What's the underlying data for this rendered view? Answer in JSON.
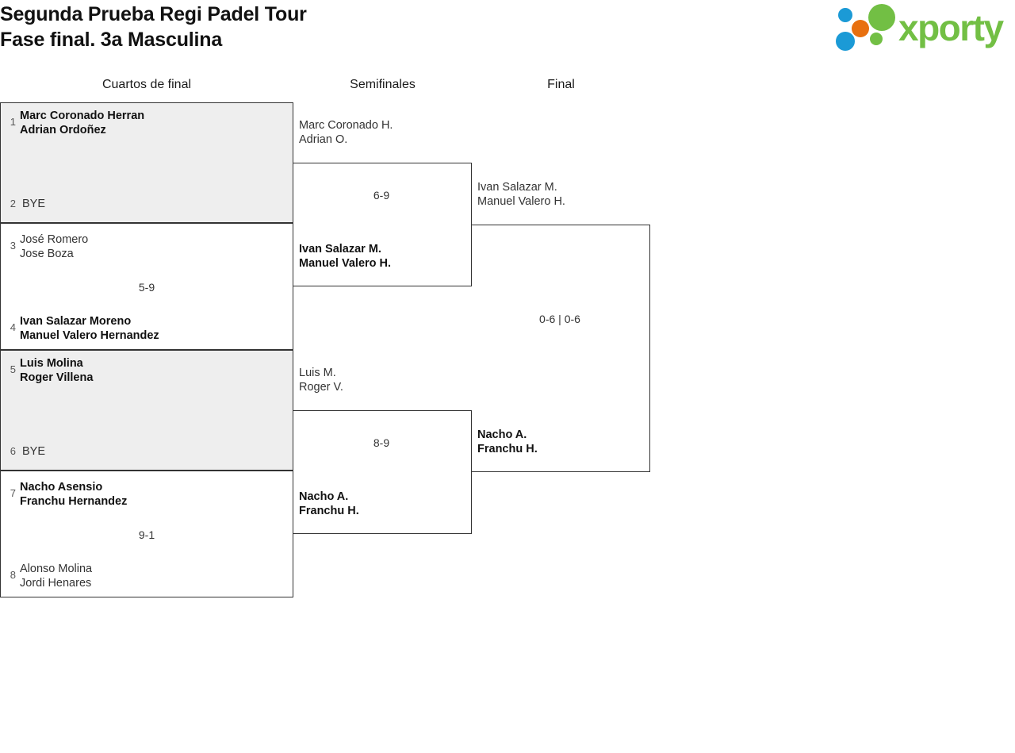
{
  "header": {
    "title_line1": "Segunda Prueba Regi Padel Tour",
    "title_line2": "Fase final. 3a Masculina",
    "brand": {
      "name": "xporty",
      "color_green": "#72bf44",
      "color_blue": "#1b9ad6",
      "color_orange": "#e8700f"
    }
  },
  "rounds": [
    {
      "label": "Cuartos de final"
    },
    {
      "label": "Semifinales"
    },
    {
      "label": "Final"
    }
  ],
  "bracket": {
    "quarterfinals": [
      {
        "score": "",
        "top": {
          "seed": "1",
          "line1": "Marc Coronado Herran",
          "line2": "Adrian Ordoñez",
          "winner": true
        },
        "bottom": {
          "seed": "2",
          "line1": "BYE",
          "line2": "",
          "winner": false
        }
      },
      {
        "score": "5-9",
        "top": {
          "seed": "3",
          "line1": "José Romero",
          "line2": "Jose Boza",
          "winner": false
        },
        "bottom": {
          "seed": "4",
          "line1": "Ivan Salazar Moreno",
          "line2": "Manuel Valero Hernandez",
          "winner": true
        }
      },
      {
        "score": "",
        "top": {
          "seed": "5",
          "line1": "Luis Molina",
          "line2": "Roger Villena",
          "winner": true
        },
        "bottom": {
          "seed": "6",
          "line1": "BYE",
          "line2": "",
          "winner": false
        }
      },
      {
        "score": "9-1",
        "top": {
          "seed": "7",
          "line1": "Nacho Asensio",
          "line2": "Franchu Hernandez",
          "winner": true
        },
        "bottom": {
          "seed": "8",
          "line1": "Alonso Molina",
          "line2": "Jordi Henares",
          "winner": false
        }
      }
    ],
    "semifinals": [
      {
        "score": "6-9",
        "top": {
          "line1": "Marc Coronado H.",
          "line2": "Adrian O.",
          "winner": false
        },
        "bottom": {
          "line1": "Ivan Salazar M.",
          "line2": "Manuel Valero H.",
          "winner": true
        }
      },
      {
        "score": "8-9",
        "top": {
          "line1": "Luis M.",
          "line2": "Roger V.",
          "winner": false
        },
        "bottom": {
          "line1": "Nacho A.",
          "line2": "Franchu H.",
          "winner": true
        }
      }
    ],
    "final": [
      {
        "score": "0-6 | 0-6",
        "top": {
          "line1": "Ivan Salazar M.",
          "line2": "Manuel Valero H.",
          "winner": false
        },
        "bottom": {
          "line1": "Nacho A.",
          "line2": "Franchu H.",
          "winner": true
        }
      }
    ]
  }
}
